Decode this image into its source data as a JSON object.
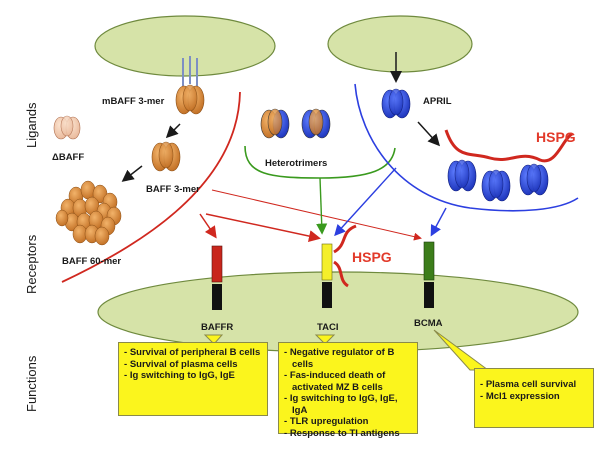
{
  "side_labels": {
    "ligands": "Ligands",
    "receptors": "Receptors",
    "functions": "Functions"
  },
  "ligands": {
    "mbaff": "mBAFF 3-mer",
    "delta_baff": "ΔBAFF",
    "baff3": "BAFF 3-mer",
    "baff60": "BAFF 60-mer",
    "heterotrimers": "Heterotrimers",
    "april": "APRIL",
    "hspg_top": "HSPG"
  },
  "receptors": {
    "baffr": "BAFFR",
    "taci": "TACI",
    "bcma": "BCMA",
    "hspg": "HSPG"
  },
  "colors": {
    "baff": "#d98a3c",
    "april": "#2c4fe0",
    "red": "#d0281f",
    "green": "#3a9a1e",
    "cell": "#d6e3a8",
    "callout": "#fbf51d"
  },
  "functions": {
    "baffr": [
      "Survival of peripheral B cells",
      "Survival of plasma cells",
      "Ig switching to IgG, IgE"
    ],
    "taci": [
      "Negative regulator of B cells",
      "Fas-induced death of activated MZ B cells",
      "Ig switching to IgG, IgE, IgA",
      "TLR upregulation",
      "Response to TI antigens"
    ],
    "bcma": [
      "Plasma cell survival",
      "Mcl1 expression"
    ]
  }
}
